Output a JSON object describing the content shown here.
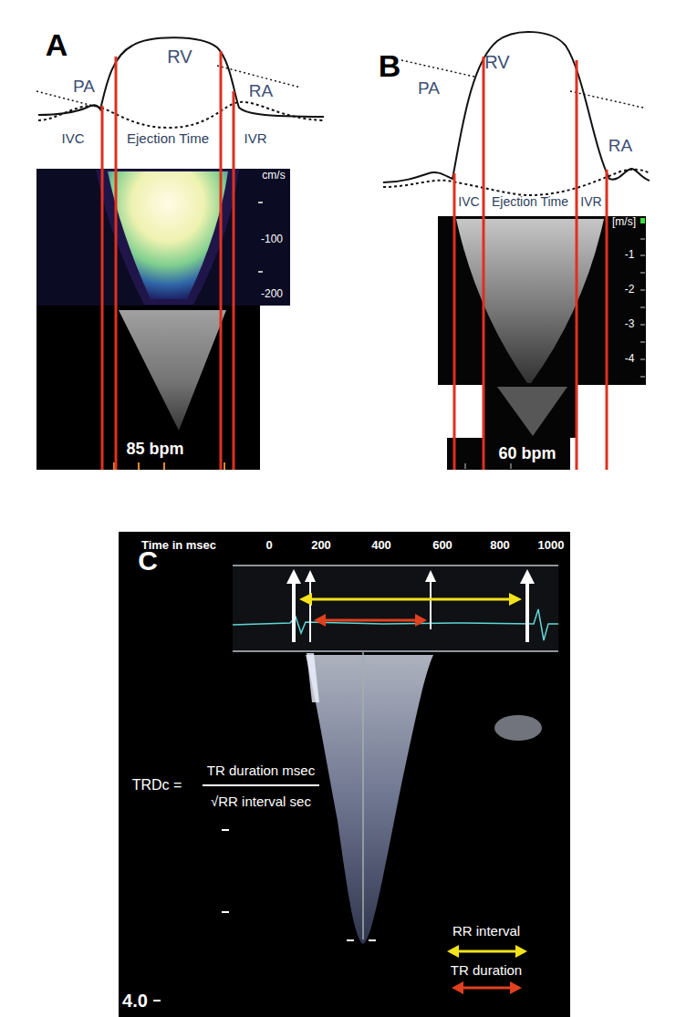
{
  "diagram": {
    "labels": [
      "A",
      "PA",
      "RV",
      "RA",
      "IVC",
      "Ejection Time",
      "IVR",
      "cm/s",
      "-100",
      "-200",
      "85 bpm",
      "B",
      "PA",
      "RV",
      "RA",
      "IVC",
      "Ejection Time",
      "IVR",
      "[m/s]",
      "-1",
      "-2",
      "-3",
      "-4",
      "60 bpm",
      "C",
      "Time in msec",
      "0",
      "200",
      "400",
      "600",
      "800",
      "1000",
      "TRDc =",
      "TR duration msec",
      "√RR interval sec",
      "4.0"
    ],
    "legend": [
      {
        "text": "RR interval"
      },
      {
        "text": "TR duration"
      }
    ]
  }
}
